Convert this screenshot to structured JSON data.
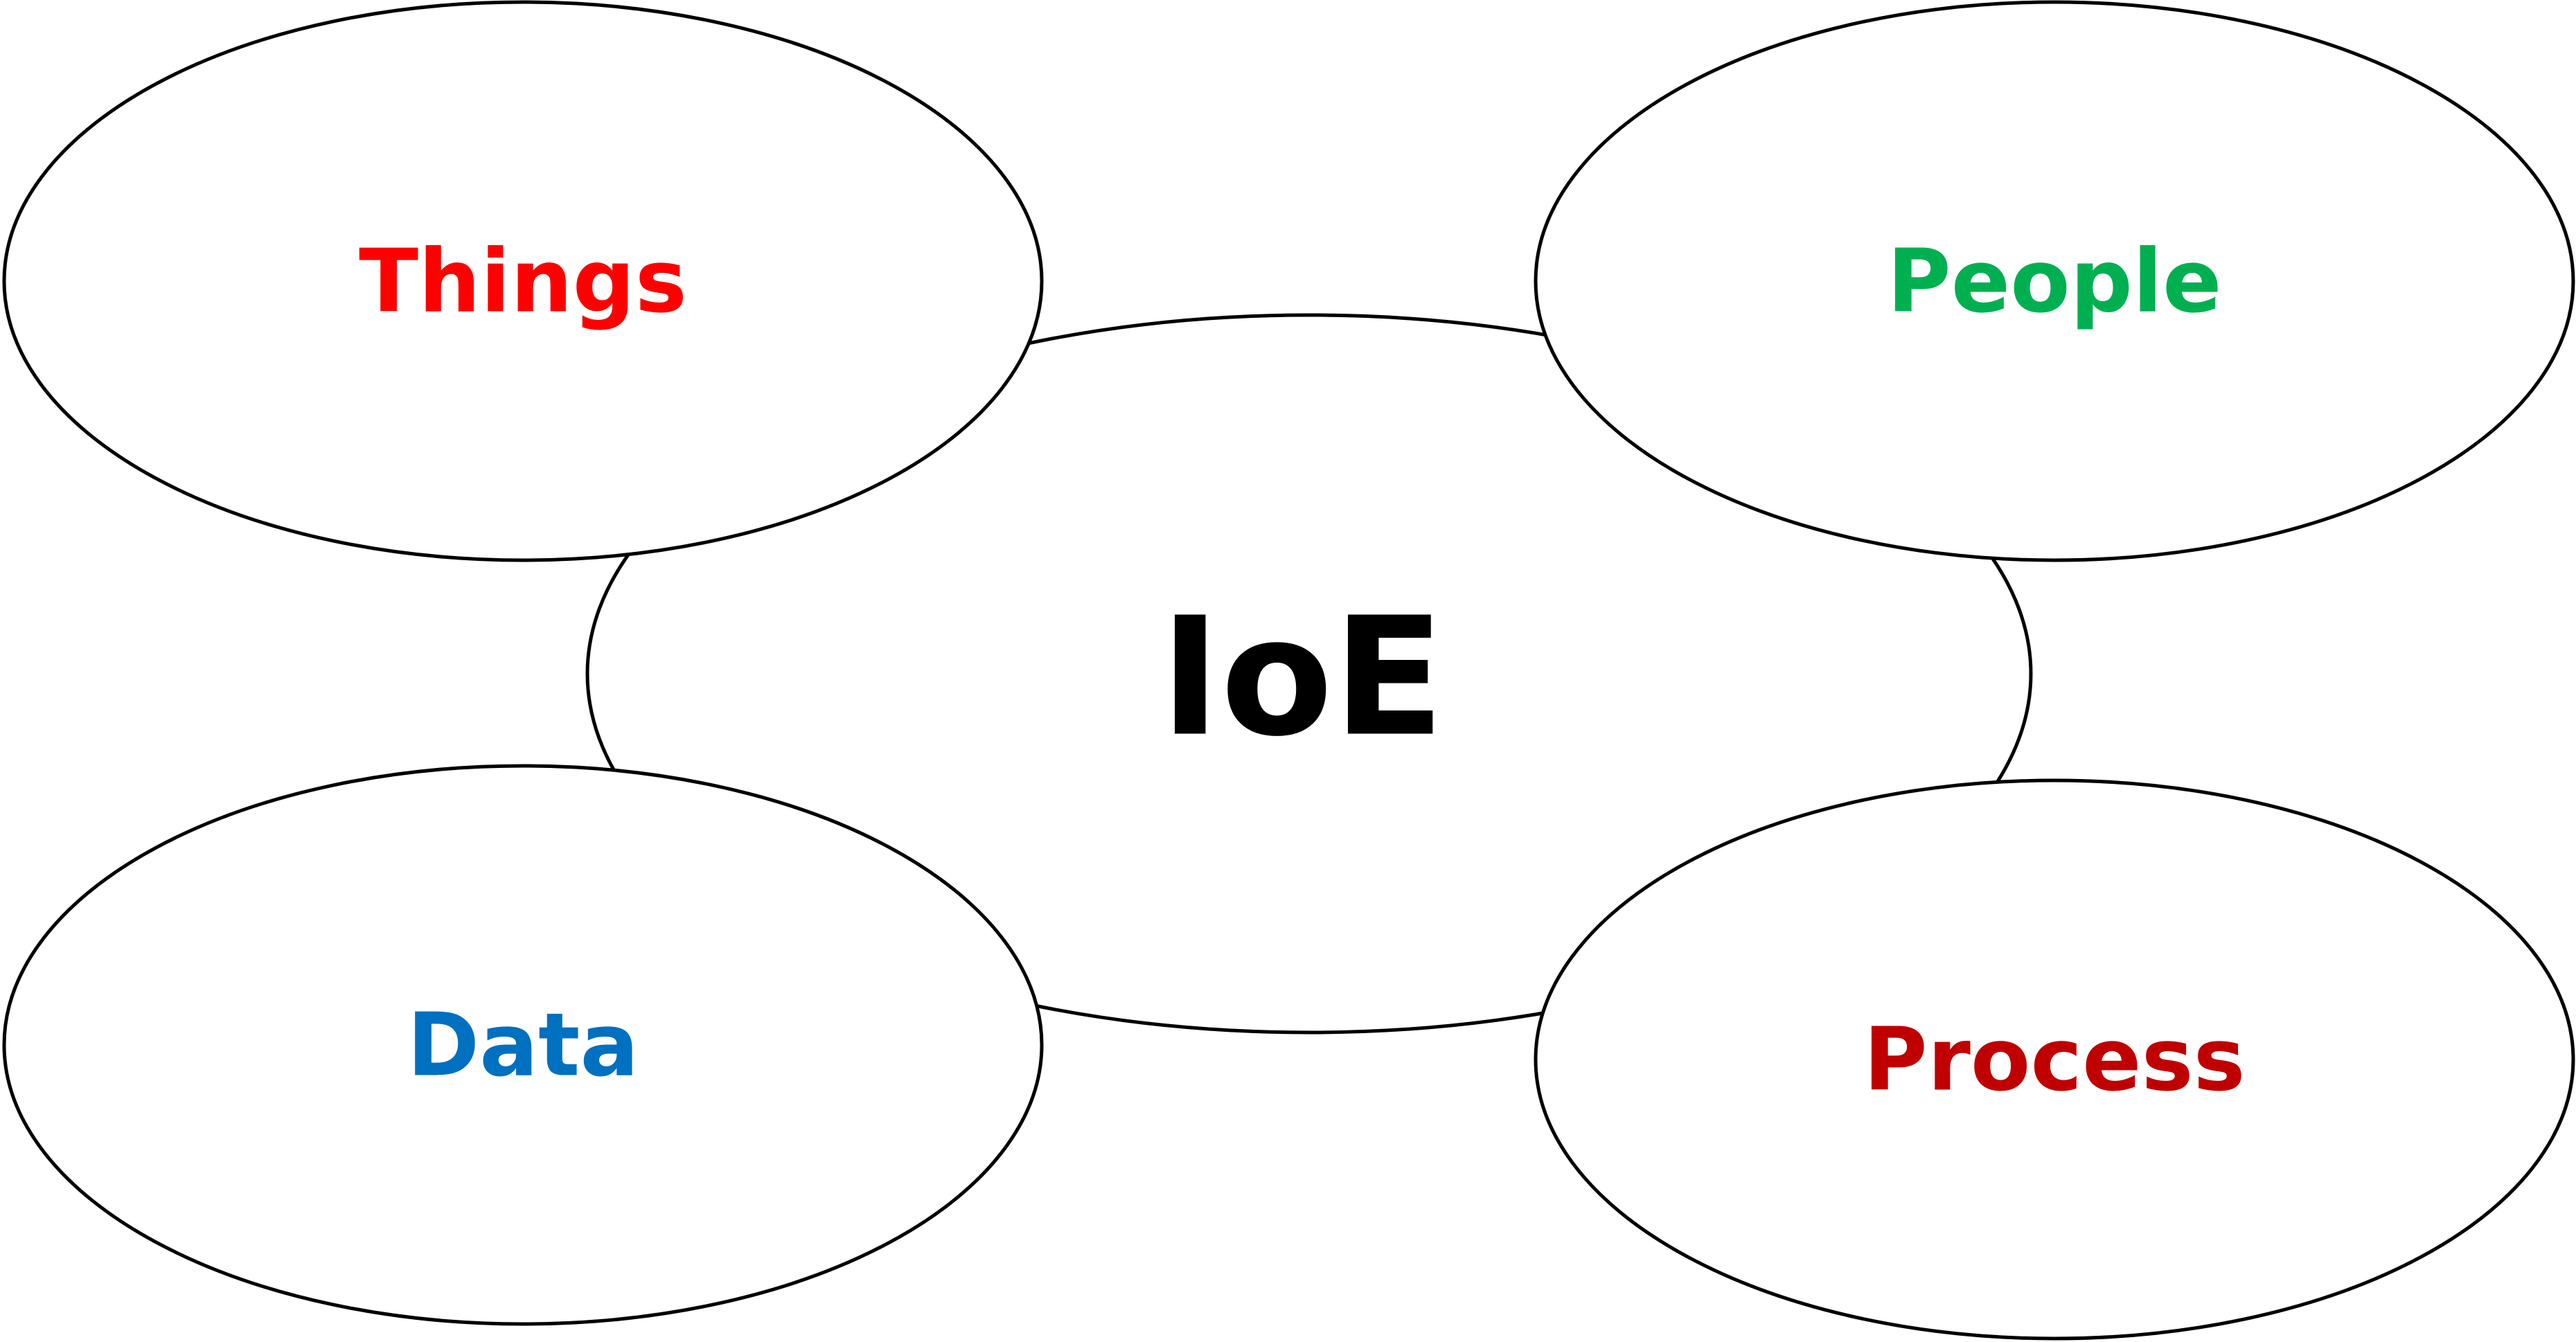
{
  "diagram": {
    "center": {
      "label": "IoE",
      "color": "#000000"
    },
    "nodes": [
      {
        "id": "things",
        "label": "Things",
        "color": "#ff0000"
      },
      {
        "id": "people",
        "label": "People",
        "color": "#00b050"
      },
      {
        "id": "data",
        "label": "Data",
        "color": "#0070c0"
      },
      {
        "id": "process",
        "label": "Process",
        "color": "#c00000"
      }
    ]
  }
}
